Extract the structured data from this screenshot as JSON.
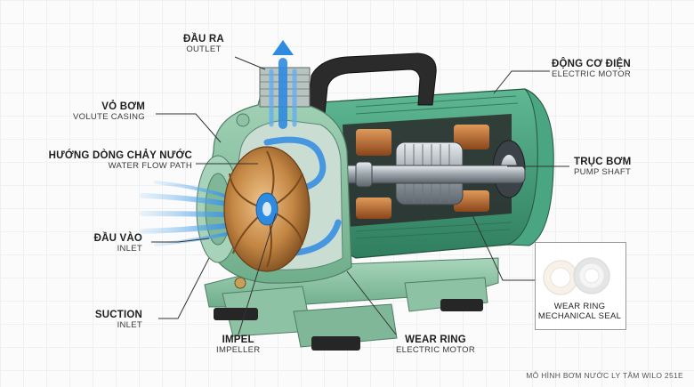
{
  "labels": {
    "outlet": {
      "vi": "ĐẦU RA",
      "en": "OUTLET"
    },
    "volute": {
      "vi": "VỎ BƠM",
      "en": "VOLUTE CASING"
    },
    "flow": {
      "vi": "HƯỚNG DÒNG CHẢY NƯỚC",
      "en": "WATER FLOW PATH"
    },
    "inlet": {
      "vi": "ĐẦU VÀO",
      "en": "INLET"
    },
    "suction": {
      "vi": "SUCTION",
      "en": "INLET"
    },
    "impel": {
      "vi": "IMPEL",
      "en": "IMPELLER"
    },
    "wearring": {
      "vi": "WEAR RING",
      "en": "ELECTRIC MOTOR"
    },
    "motor": {
      "vi": "ĐỘNG CƠ ĐIỆN",
      "en": "ELECTRIC MOTOR"
    },
    "shaft": {
      "vi": "TRỤC BƠM",
      "en": "PUMP SHAFT"
    },
    "seal": {
      "l1": "WEAR RING",
      "l2": "MECHANICAL SEAL"
    }
  },
  "caption": "MÔ HÌNH BƠM NƯỚC LY TÂM WILO 251E",
  "colors": {
    "casing_green": "#8fc3a6",
    "motor_green": "#3f9a77",
    "water_blue": "#2f8be0",
    "impeller_bronze": "#b98042",
    "copper": "#b5652e",
    "handle": "#2b2b2b"
  }
}
